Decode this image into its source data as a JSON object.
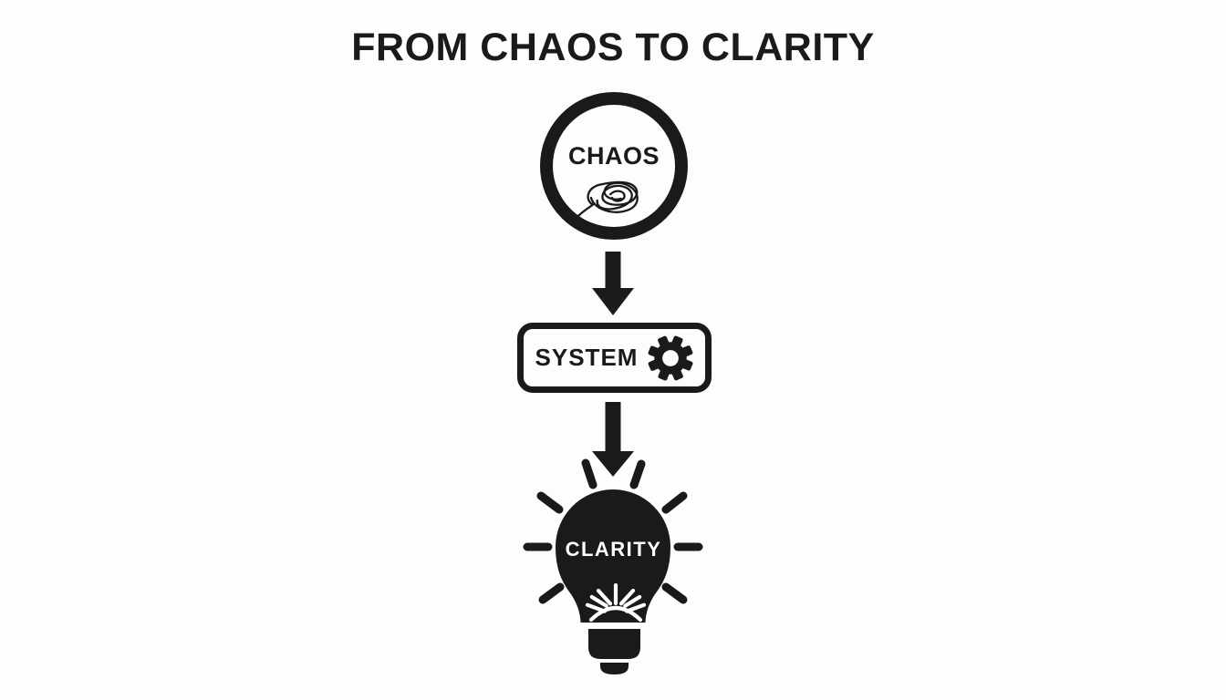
{
  "title": "FROM CHAOS TO CLARITY",
  "flow": {
    "chaos": {
      "label": "CHAOS",
      "icon": "scribble-tangle-icon"
    },
    "system": {
      "label": "SYSTEM",
      "icon": "gear-icon"
    },
    "clarity": {
      "label": "CLARITY",
      "icon": "lightbulb-icon"
    },
    "connectors": [
      "down-arrow-icon",
      "down-arrow-icon"
    ]
  },
  "colors": {
    "ink": "#1a1a1a",
    "background": "#fdfdfd",
    "text_on_dark": "#ffffff"
  }
}
